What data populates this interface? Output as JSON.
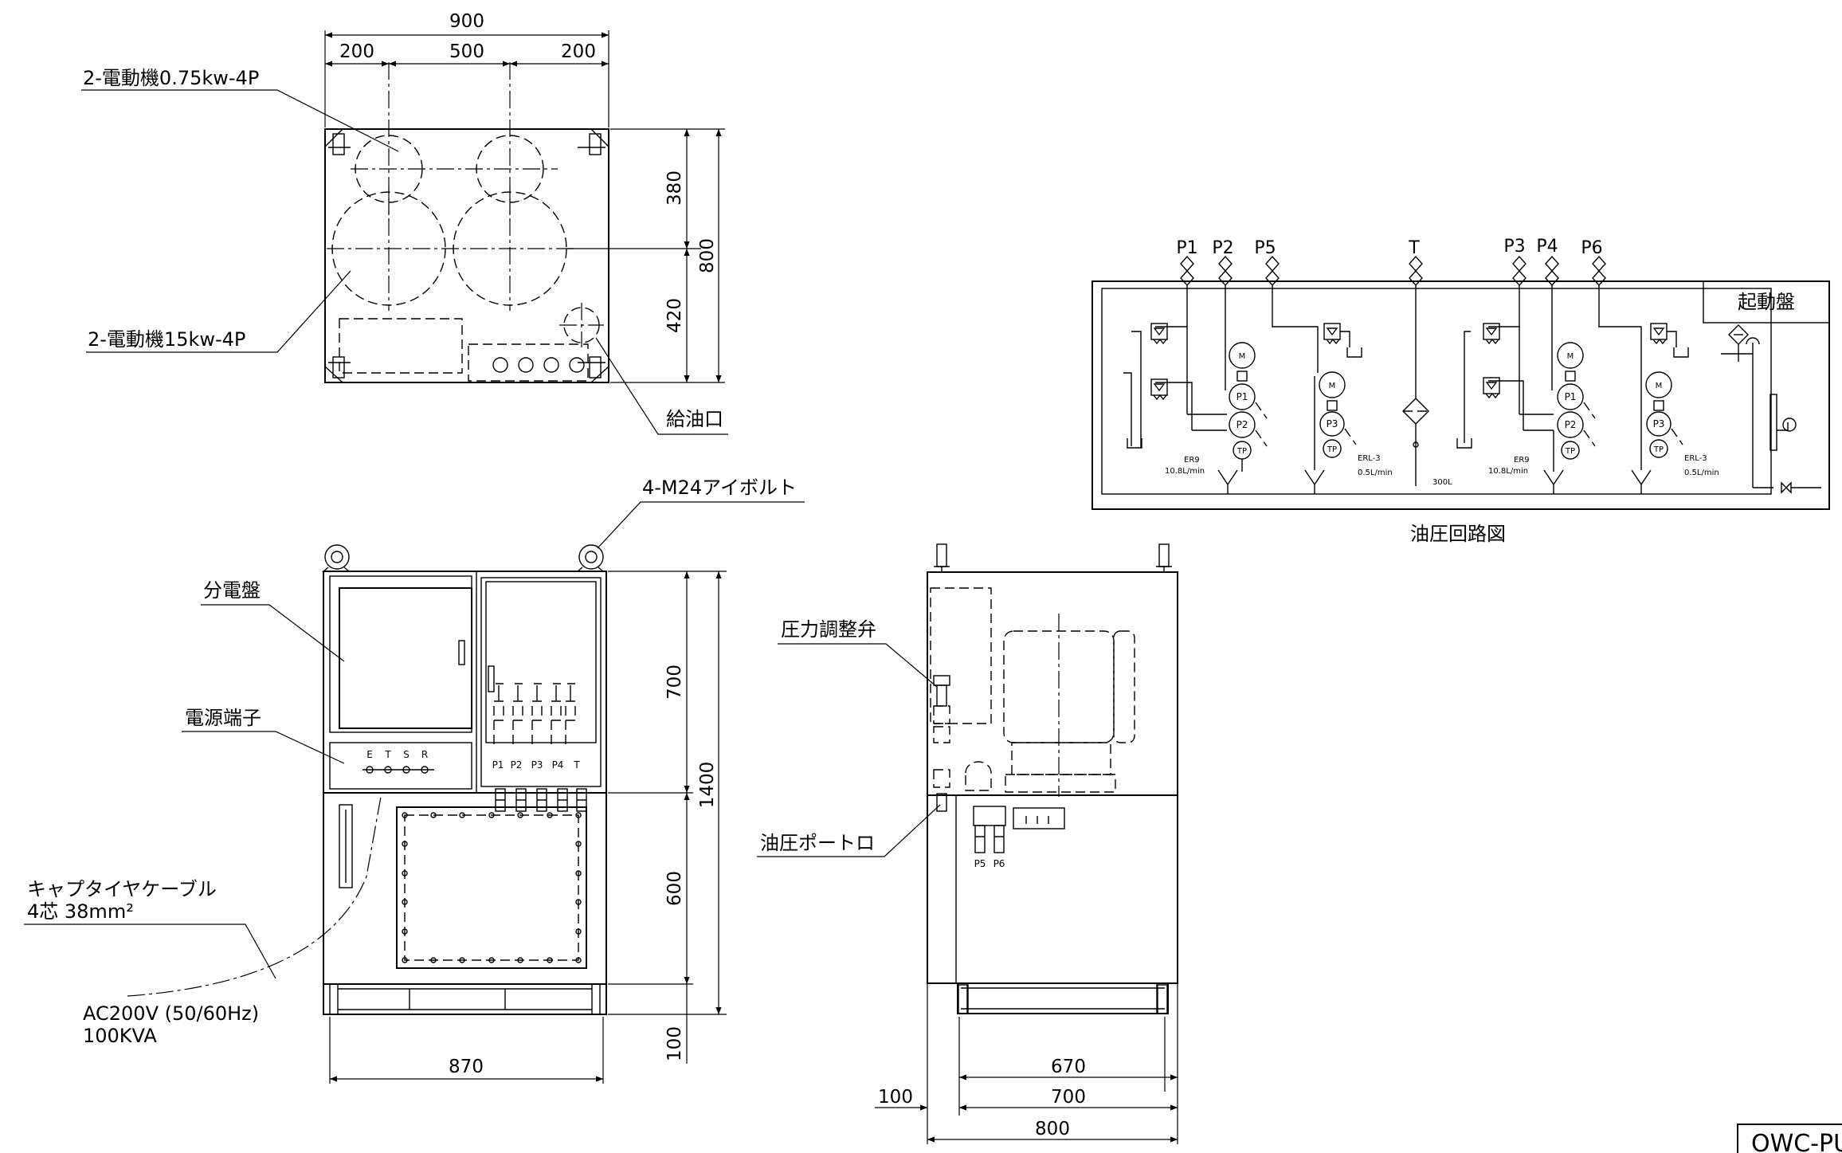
{
  "plan": {
    "dim_total": "900",
    "dim_left": "200",
    "dim_mid": "500",
    "dim_right": "200",
    "dim_upper": "380",
    "dim_lower": "420",
    "dim_depth": "800",
    "motor_small_label": "2-電動機0.75kw-4P",
    "motor_large_label": "2-電動機15kw-4P",
    "oil_inlet_label": "給油口"
  },
  "front": {
    "eyebolt_label": "4-M24アイボルト",
    "panel_label": "分電盤",
    "terminal_label": "電源端子",
    "terminals": [
      "E",
      "T",
      "S",
      "R"
    ],
    "ports": [
      "P1",
      "P2",
      "P3",
      "P4",
      "T"
    ],
    "cable_label_1": "キャプタイヤケーブル",
    "cable_label_2": "4芯 38mm²",
    "power_label_1": "AC200V (50/60Hz)",
    "power_label_2": "100KVA",
    "dim_upper": "700",
    "dim_lower": "600",
    "dim_base": "100",
    "dim_total": "1400",
    "dim_width": "870"
  },
  "side": {
    "valve_label": "圧力調整弁",
    "port_label": "油圧ポートロ",
    "ports": [
      "P5",
      "P6"
    ],
    "dim_670": "670",
    "dim_700": "700",
    "dim_800": "800",
    "dim_100": "100"
  },
  "circuit": {
    "title": "油圧回路図",
    "starter_label": "起動盤",
    "ports_top": [
      "P1",
      "P2",
      "P5",
      "T",
      "P3",
      "P4",
      "P6"
    ],
    "pump_labels": [
      "M",
      "P1",
      "P2",
      "TP",
      "M",
      "P3",
      "TP",
      "M",
      "P1",
      "P2",
      "TP",
      "M",
      "P3",
      "TP"
    ],
    "unit_a_1": "ER9",
    "unit_a_2": "10.8L/min",
    "unit_b_1": "ERL-3",
    "unit_b_2": "0.5L/min",
    "unit_c_1": "ER9",
    "unit_c_2": "10.8L/min",
    "unit_d_1": "ERL-3",
    "unit_d_2": "0.5L/min",
    "tank_label": "300L"
  },
  "title_block": {
    "code": "OWC-PU"
  }
}
